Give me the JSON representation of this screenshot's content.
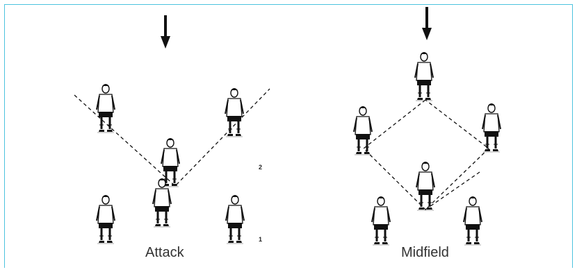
{
  "frame_color": "#4cc3de",
  "diagrams": [
    {
      "caption": "Attack",
      "marker_top": "2",
      "marker_bottom": "1"
    },
    {
      "caption": "Midfield"
    }
  ]
}
